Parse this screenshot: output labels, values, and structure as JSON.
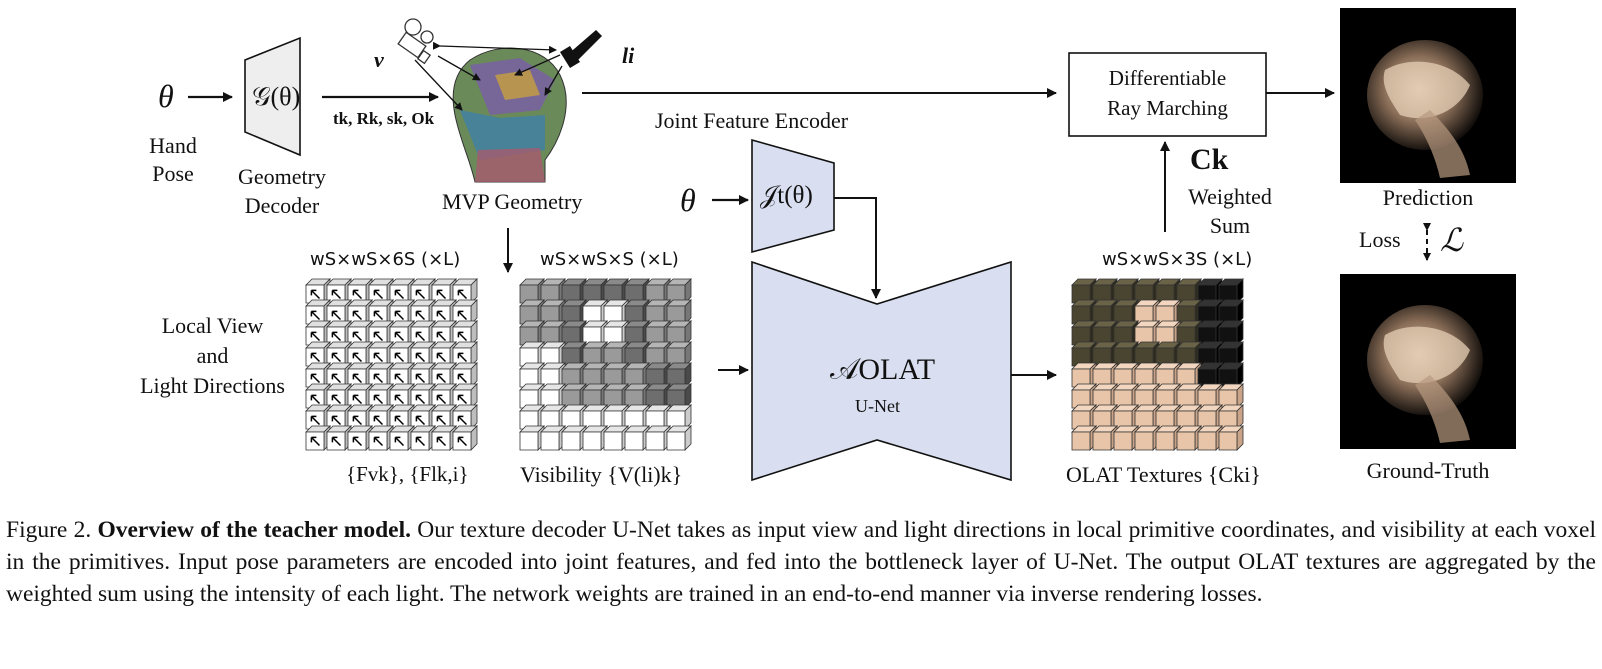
{
  "diagram": {
    "theta_symbol": "θ",
    "hand_pose_line1": "Hand",
    "hand_pose_line2": "Pose",
    "geometry_decoder_symbol": "𝒢(θ)",
    "geometry_decoder_line1": "Geometry",
    "geometry_decoder_line2": "Decoder",
    "geometry_outputs": "tk, Rk, sk, Ok",
    "view_symbol": "v",
    "light_symbol": "li",
    "mvp_geometry": "MVP Geometry",
    "joint_feature_encoder": "Joint Feature Encoder",
    "joint_encoder_symbol": "𝒥t(θ)",
    "ray_marching_line1": "Differentiable",
    "ray_marching_line2": "Ray Marching",
    "ck_symbol": "Ck",
    "weighted_sum_line1": "Weighted",
    "weighted_sum_line2": "Sum",
    "prediction": "Prediction",
    "loss": "Loss",
    "loss_symbol": "ℒ",
    "ground_truth": "Ground-Truth",
    "dims_local": "wS×wS×6S (×L)",
    "dims_visibility": "wS×wS×S (×L)",
    "dims_olat": "wS×wS×3S (×L)",
    "local_view_line1": "Local View",
    "local_view_line2": "and",
    "local_view_line3": "Light Directions",
    "local_features": "{Fvk}, {Flk,i}",
    "visibility": "Visibility {V(li)k}",
    "unet_symbol": "𝒜OLAT",
    "unet_label": "U-Net",
    "olat_textures": "OLAT Textures {Cki}"
  },
  "caption": {
    "prefix": "Figure 2.",
    "bold_title": "Overview of the teacher model.",
    "body": "Our texture decoder U-Net takes as input view and light directions in local primitive coordinates, and visibility at each voxel in the primitives. Input pose parameters are encoded into joint features, and fed into the bottleneck layer of U-Net. The output OLAT textures are aggregated by the weighted sum using the intensity of each light. The network weights are trained in an end-to-end manner via inverse rendering losses."
  },
  "colors": {
    "encoder_fill": "#d9dff0",
    "geometry_fill": "#eeeeee",
    "olat_light": "#e8c4a8",
    "olat_dark": "#4a4530"
  }
}
